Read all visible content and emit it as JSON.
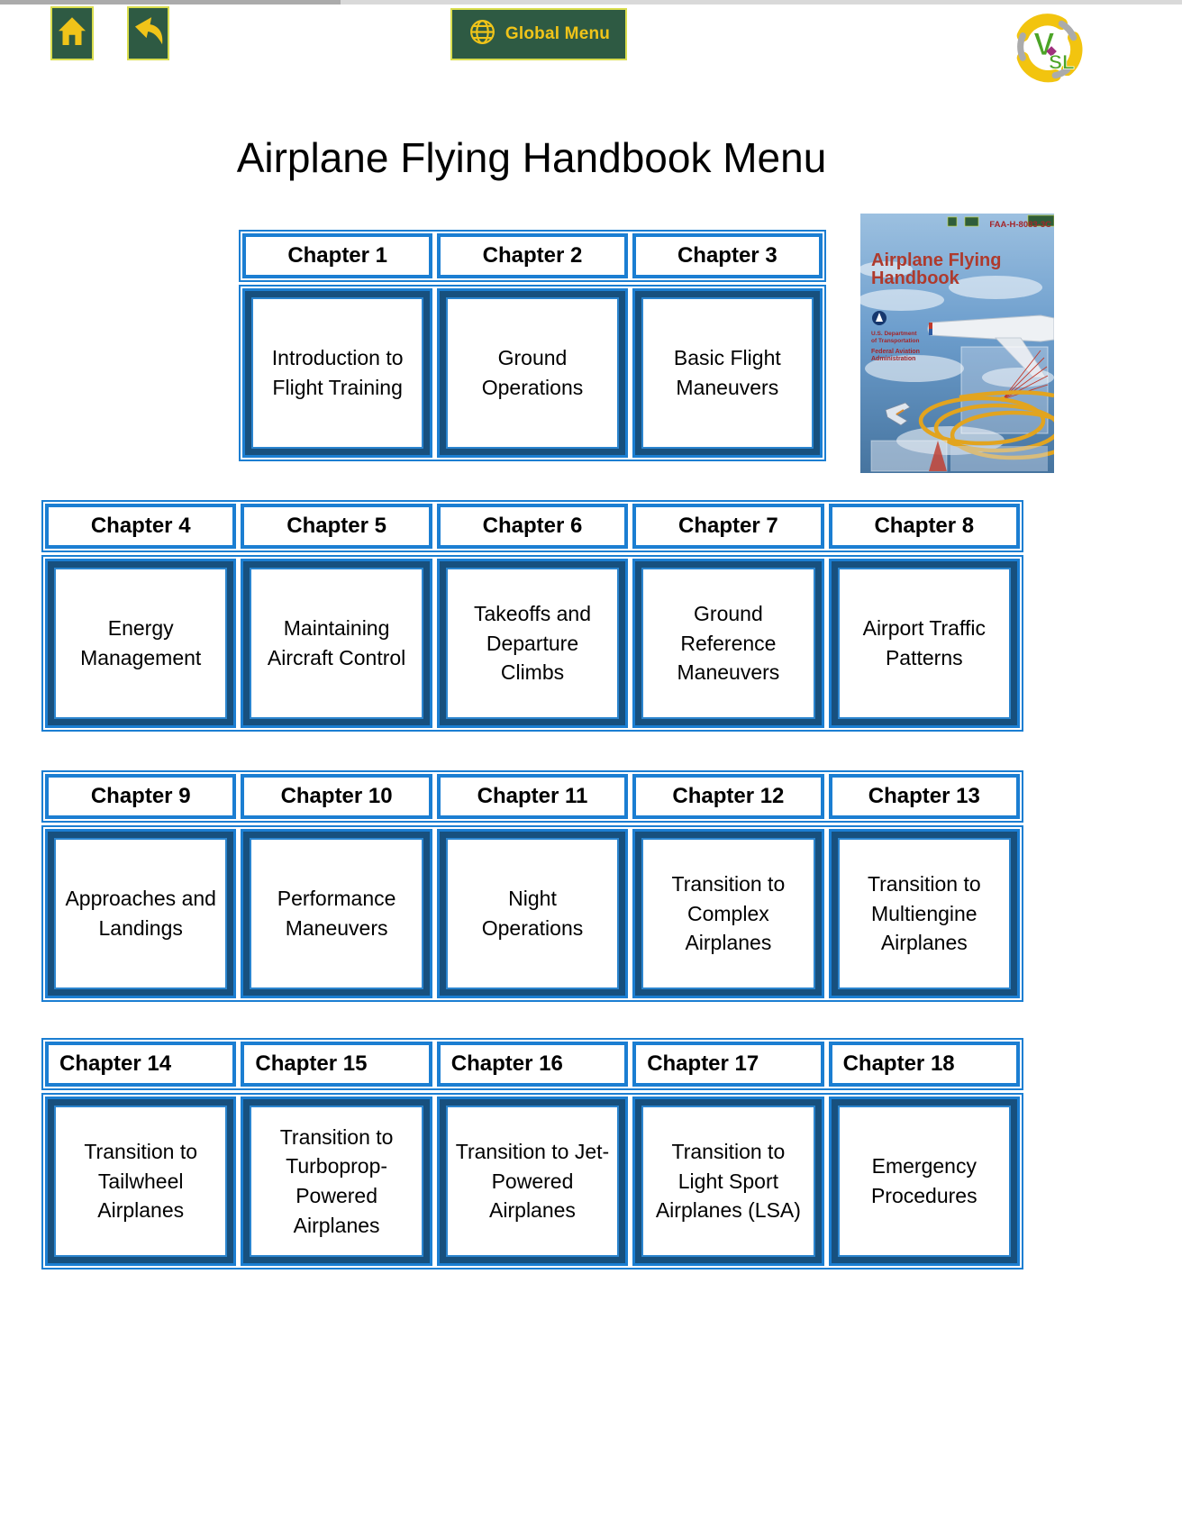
{
  "page": {
    "title": "Airplane Flying Handbook Menu"
  },
  "toolbar": {
    "home_icon": "home-icon",
    "back_icon": "back-arrow-icon",
    "global_menu_label": "Global Menu"
  },
  "logo": {
    "letter_v": "V",
    "letters_sl": "SL"
  },
  "colors": {
    "button_green": "#2e5a43",
    "button_border_yellow": "#d9dd4e",
    "icon_yellow": "#f0c419",
    "cell_border_blue": "#1b7ed2",
    "cell_band_navy": "#17507e",
    "cover_title_red": "#ae3a2d"
  },
  "cover": {
    "doc_number": "FAA-H-8083-3C",
    "title_line1": "Airplane Flying",
    "title_line2": "Handbook",
    "agency_line1": "U.S. Department",
    "agency_line2": "of Transportation",
    "agency_line3": "Federal Aviation",
    "agency_line4": "Administration"
  },
  "rows": [
    {
      "chapters": [
        {
          "label": "Chapter 1",
          "title": "Introduction to Flight Training"
        },
        {
          "label": "Chapter 2",
          "title": "Ground Operations"
        },
        {
          "label": "Chapter 3",
          "title": "Basic Flight Maneuvers"
        }
      ]
    },
    {
      "chapters": [
        {
          "label": "Chapter 4",
          "title": "Energy Management"
        },
        {
          "label": "Chapter 5",
          "title": "Maintaining Aircraft Control"
        },
        {
          "label": "Chapter 6",
          "title": "Takeoffs and Departure Climbs"
        },
        {
          "label": "Chapter 7",
          "title": "Ground Reference Maneuvers"
        },
        {
          "label": "Chapter 8",
          "title": "Airport Traffic Patterns"
        }
      ]
    },
    {
      "chapters": [
        {
          "label": "Chapter 9",
          "title": "Approaches and Landings"
        },
        {
          "label": "Chapter 10",
          "title": "Performance Maneuvers"
        },
        {
          "label": "Chapter 11",
          "title": "Night Operations"
        },
        {
          "label": "Chapter 12",
          "title": "Transition to Complex Airplanes"
        },
        {
          "label": "Chapter 13",
          "title": "Transition to Multiengine Airplanes"
        }
      ]
    },
    {
      "chapters": [
        {
          "label": "Chapter 14",
          "title": "Transition to Tailwheel Airplanes"
        },
        {
          "label": "Chapter 15",
          "title": "Transition to Turboprop-Powered Airplanes"
        },
        {
          "label": "Chapter 16",
          "title": "Transition to Jet-Powered Airplanes"
        },
        {
          "label": "Chapter 17",
          "title": "Transition to Light Sport Airplanes (LSA)"
        },
        {
          "label": "Chapter 18",
          "title": "Emergency Procedures"
        }
      ]
    }
  ]
}
